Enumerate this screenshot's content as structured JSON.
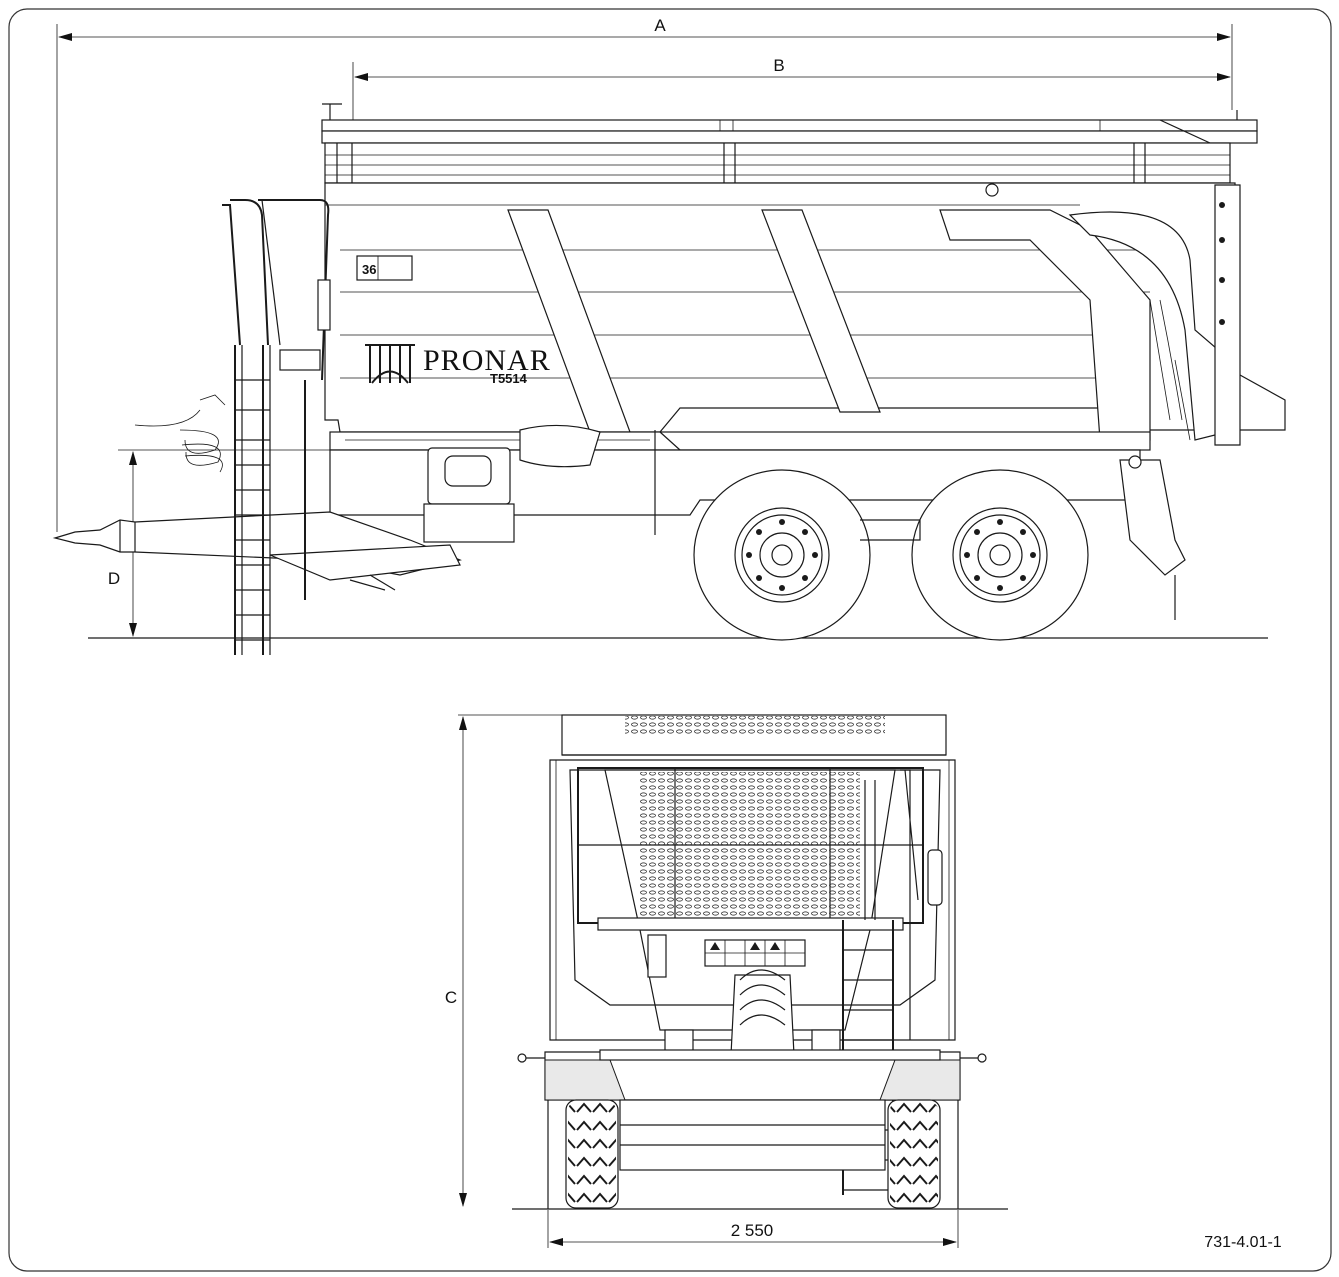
{
  "drawing": {
    "dimensions": {
      "a": "A",
      "b": "B",
      "c": "C",
      "d": "D",
      "width_value": "2 550"
    },
    "trailer": {
      "brand": "PRONAR",
      "model": "T5514",
      "plate_number": "36"
    },
    "figure_id": "731-4.01-1"
  }
}
